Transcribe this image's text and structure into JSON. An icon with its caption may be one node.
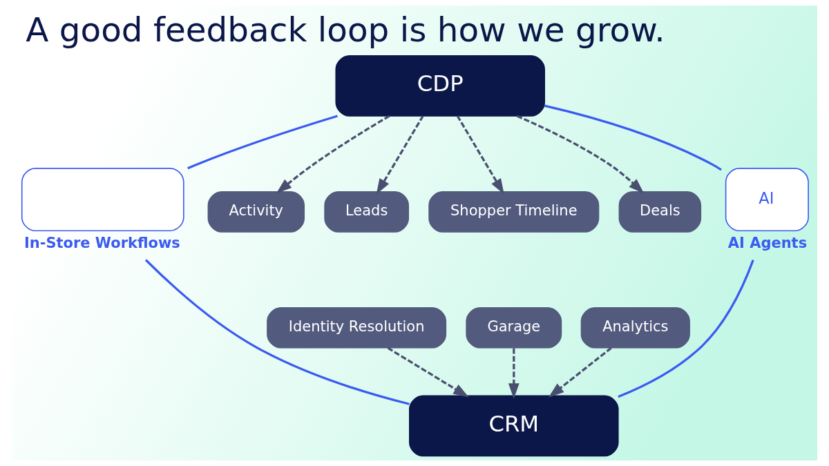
{
  "diagram": {
    "title": "A good feedback loop is how we grow.",
    "nodes": [
      {
        "text": [
          "CDP"
        ]
      },
      {
        "text": [
          "In-Store Workflows"
        ]
      },
      {
        "text": [
          "Activity"
        ]
      },
      {
        "text": [
          "Leads"
        ]
      },
      {
        "text": [
          "Shopper Timeline"
        ]
      },
      {
        "text": [
          "Deals"
        ]
      },
      {
        "text": [
          "AI",
          "AI Agents"
        ]
      },
      {
        "text": [
          "Identity Resolution"
        ]
      },
      {
        "text": [
          "Garage"
        ]
      },
      {
        "text": [
          "Analytics"
        ]
      },
      {
        "text": [
          "CRM"
        ]
      }
    ],
    "edges": [
      {
        "from": 0,
        "to": 2,
        "arrow": "to",
        "style": "dashed"
      },
      {
        "from": 0,
        "to": 3,
        "arrow": "to",
        "style": "dashed"
      },
      {
        "from": 0,
        "to": 4,
        "arrow": "to",
        "style": "dashed"
      },
      {
        "from": 0,
        "to": 5,
        "arrow": "to",
        "style": "dashed"
      },
      {
        "from": 7,
        "to": 10,
        "arrow": "to",
        "style": "dashed"
      },
      {
        "from": 8,
        "to": 10,
        "arrow": "to",
        "style": "dashed"
      },
      {
        "from": 9,
        "to": 10,
        "arrow": "to",
        "style": "dashed"
      },
      {
        "from": 0,
        "to": 1,
        "arrow": "none",
        "color": "#3b5bf0"
      },
      {
        "from": 1,
        "to": 10,
        "arrow": "none",
        "color": "#3b5bf0"
      },
      {
        "from": 0,
        "to": 6,
        "arrow": "none",
        "color": "#3b5bf0"
      },
      {
        "from": 6,
        "to": 10,
        "arrow": "none",
        "color": "#3b5bf0"
      }
    ]
  }
}
